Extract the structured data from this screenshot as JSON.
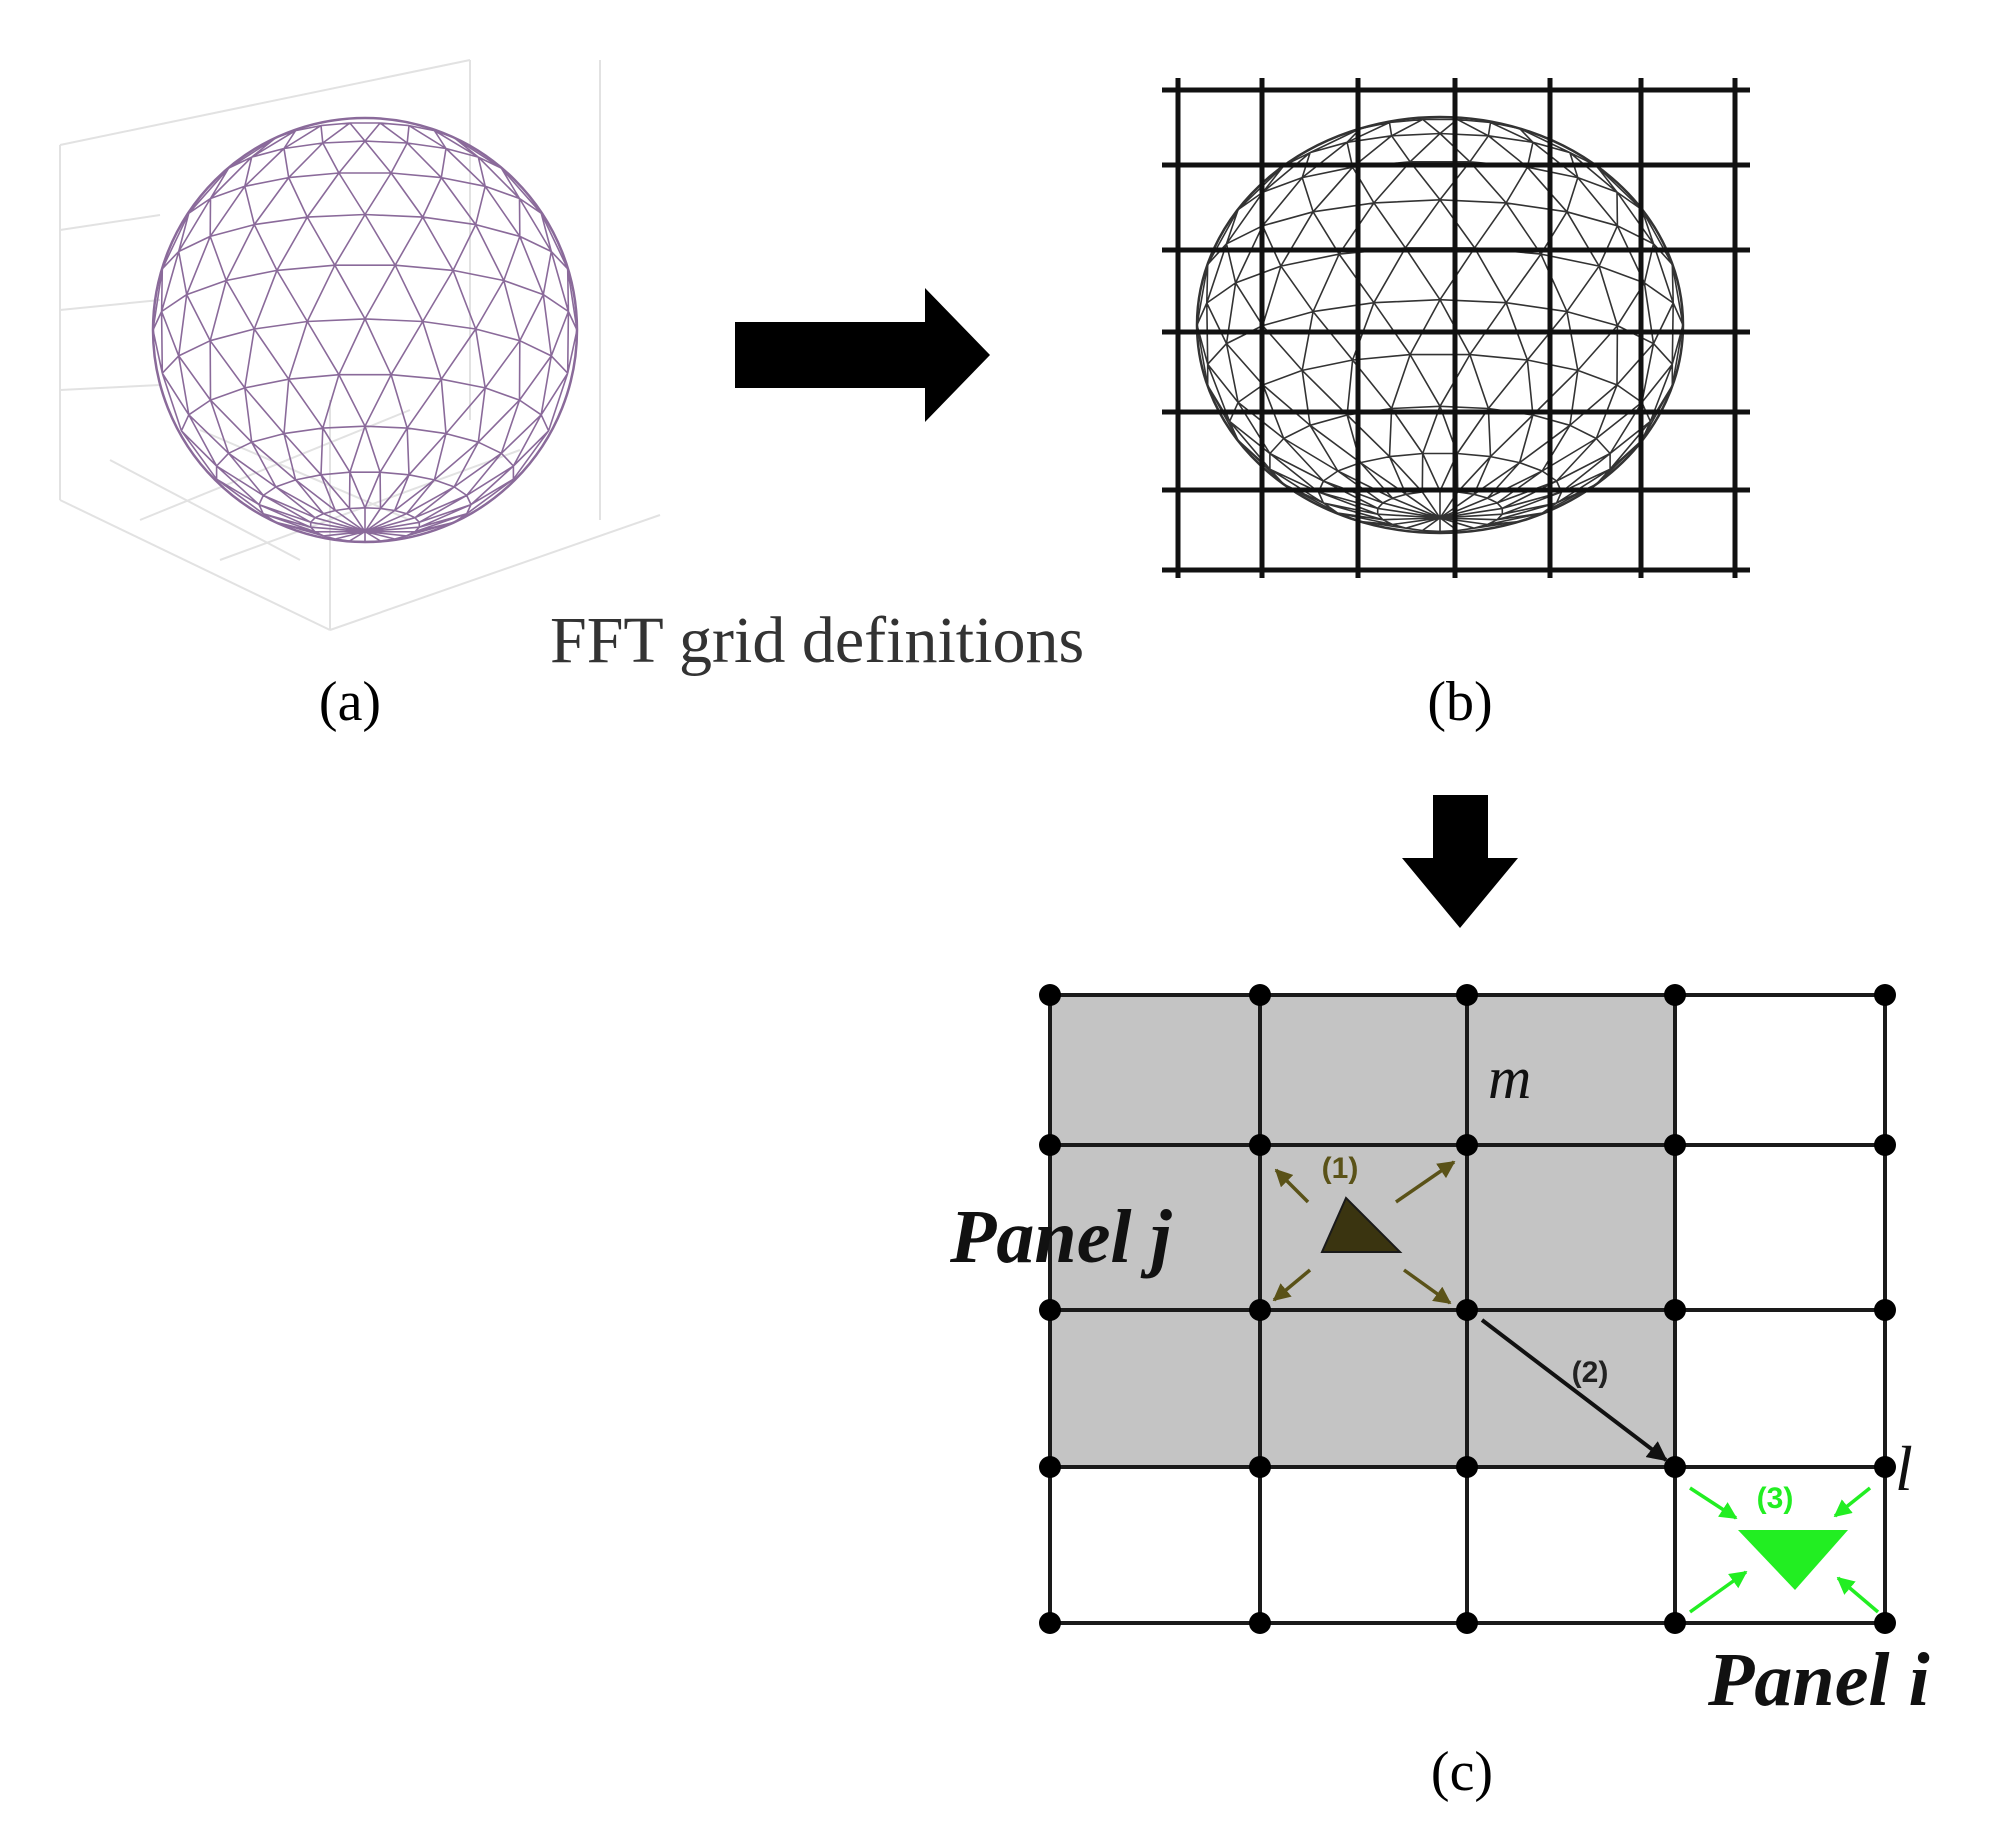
{
  "caption": "FFT grid definitions",
  "panels": {
    "a": {
      "label": "(a)"
    },
    "b": {
      "label": "(b)"
    },
    "c": {
      "label": "(c)"
    }
  },
  "grid_labels": {
    "m": "m",
    "l": "l",
    "panel_j": "Panel j",
    "panel_i": "Panel i"
  },
  "steps": {
    "one": "(1)",
    "two": "(2)",
    "three": "(3)"
  },
  "colors": {
    "mesh": "#8a6a9a",
    "shade": "#c4c4c4",
    "line": "#1a1a1a",
    "source_triangle": "#3a3410",
    "source_arrows": "#5a5218",
    "target": "#22ee22"
  }
}
